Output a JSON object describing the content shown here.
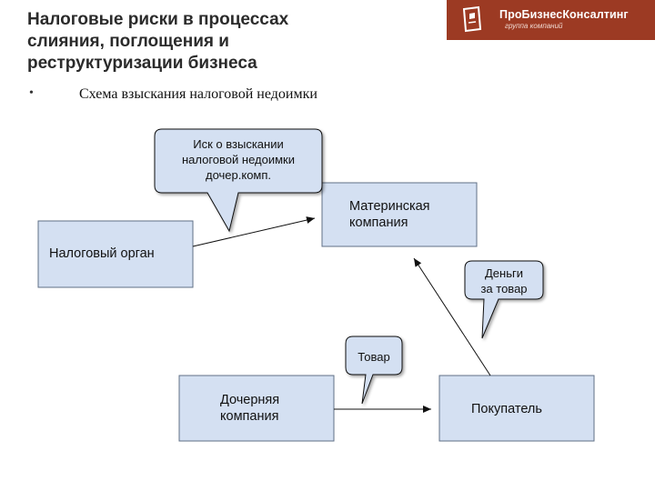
{
  "header": {
    "title_lines": [
      "Налоговые риски в процессах",
      "слияния, поглощения и",
      "реструктуризации бизнеса"
    ]
  },
  "logo": {
    "name": "ПроБизнесКонсалтинг",
    "tagline": "группа компаний"
  },
  "content": {
    "bullet": "•",
    "subtitle": "Схема взыскания налоговой недоимки"
  },
  "diagram": {
    "nodes": {
      "tax_authority": "Налоговый орган",
      "parent_company": [
        "Материнская",
        "компания"
      ],
      "subsidiary": [
        "Дочерняя",
        "компания"
      ],
      "buyer": "Покупатель"
    },
    "callouts": {
      "lawsuit": [
        "Иск о взыскании",
        "налоговой недоимки",
        "дочер.комп."
      ],
      "goods": "Товар",
      "money": [
        "Деньги",
        "за товар"
      ]
    }
  },
  "colors": {
    "box_fill": "#d4e0f2",
    "box_stroke": "#5f6f86",
    "logo_bg": "#9c3a23"
  }
}
